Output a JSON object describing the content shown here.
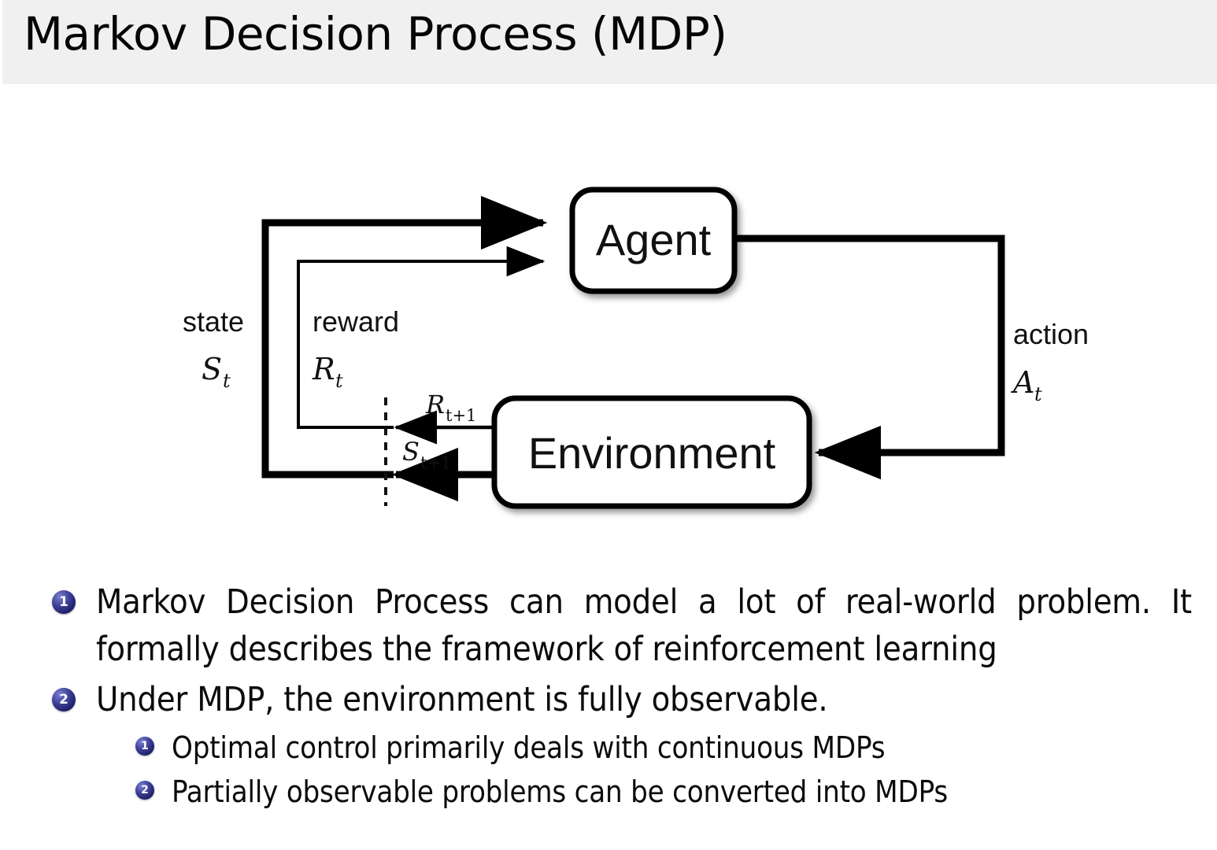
{
  "slide": {
    "title": "Markov Decision Process (MDP)",
    "header_bg": "#f0f0f0",
    "body_bg": "#ffffff",
    "bullet_color": "#22226a"
  },
  "diagram": {
    "name": "agent-environment-interaction-loop",
    "nodes": {
      "agent": "Agent",
      "environment": "Environment"
    },
    "edges": {
      "state_word": "state",
      "state_sym": "S",
      "state_sub": "t",
      "reward_word": "reward",
      "reward_sym": "R",
      "reward_sub": "t",
      "action_word": "action",
      "action_sym": "A",
      "action_sub": "t",
      "reward_next_sym": "R",
      "reward_next_sub": "t+1",
      "state_next_sym": "S",
      "state_next_sub": "t+1"
    }
  },
  "bullets": [
    {
      "num": "1",
      "level": 1,
      "text": "Markov Decision Process can model a lot of real-world problem. It formally describes the framework of reinforcement learning"
    },
    {
      "num": "2",
      "level": 1,
      "text": "Under MDP, the environment is fully observable."
    },
    {
      "num": "1",
      "level": 2,
      "text": "Optimal control primarily deals with continuous MDPs"
    },
    {
      "num": "2",
      "level": 2,
      "text": "Partially observable problems can be converted into MDPs"
    }
  ]
}
